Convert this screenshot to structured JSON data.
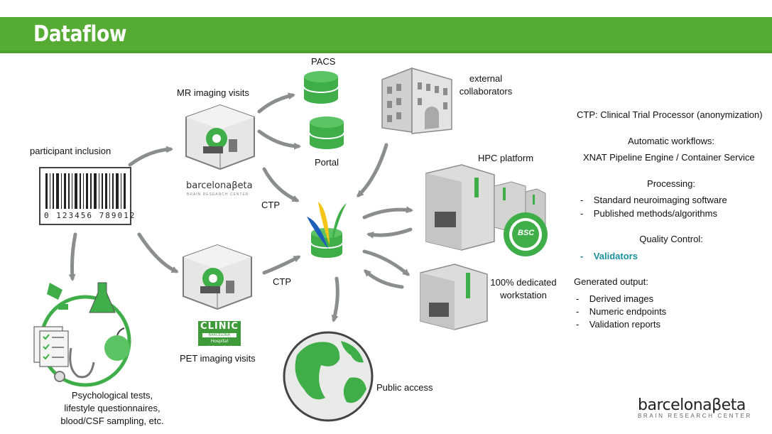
{
  "slide": {
    "title": "Dataflow",
    "colors": {
      "header": "#56ab34",
      "accent_green": "#3fae49",
      "teal_text": "#1a8f9e",
      "gray_arrow": "#8a8f8c",
      "building_gray": "#a8aaa8"
    }
  },
  "diagram": {
    "participant_inclusion": "participant inclusion",
    "barcode_number": "0 123456 789012",
    "mr_visits": "MR imaging visits",
    "pet_visits": "PET imaging visits",
    "pacs": "PACS",
    "portal": "Portal",
    "ctp_upper": "CTP",
    "ctp_lower": "CTP",
    "external_collaborators": [
      "external",
      "collaborators"
    ],
    "hpc_platform": "HPC platform",
    "bsc_badge": "BSC",
    "workstation": [
      "100% dedicated",
      "workstation"
    ],
    "public_access": "Public access",
    "tests": [
      "Psychological tests,",
      "lifestyle questionnaires,",
      "blood/CSF sampling, etc."
    ],
    "mini_brand_name": "barcelonaβeta",
    "mini_brand_sub": "BRAIN RESEARCH CENTER",
    "clinic_logo": {
      "main": "CLÍNIC",
      "band": "BARCELONA",
      "bottom": "Hospital Universitari"
    }
  },
  "info": {
    "ctp_def": "CTP: Clinical Trial Processor (anonymization)",
    "workflows_title": "Automatic workflows:",
    "workflows_value": "XNAT Pipeline Engine / Container Service",
    "processing_title": "Processing:",
    "processing_items": [
      "Standard neuroimaging software",
      "Published methods/algorithms"
    ],
    "qc_title": "Quality Control:",
    "qc_items": [
      "Validators"
    ],
    "output_title": "Generated output:",
    "output_items": [
      "Derived images",
      "Numeric endpoints",
      "Validation reports"
    ],
    "bullet": "-"
  },
  "brand": {
    "name": "barcelonaβeta",
    "sub": "BRAIN RESEARCH CENTER"
  }
}
